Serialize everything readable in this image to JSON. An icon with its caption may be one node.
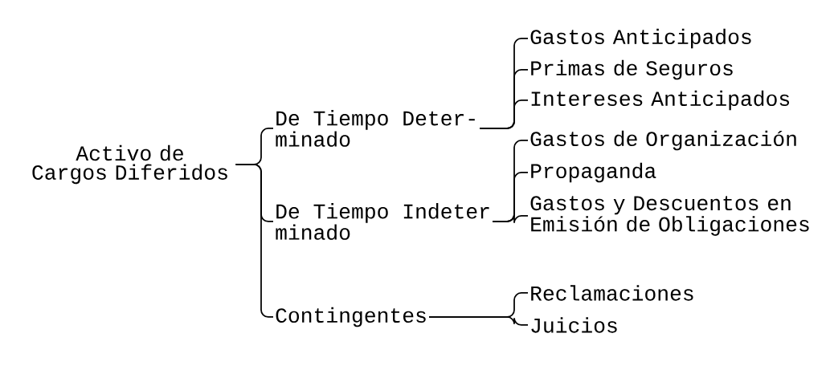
{
  "diagram": {
    "nodes": [
      {
        "text": [
          "Activo de Cargos Diferidos"
        ]
      },
      {
        "text": [
          "De Tiempo Deter- minado"
        ]
      },
      {
        "text": [
          "Gastos Anticipados"
        ]
      },
      {
        "text": [
          "Primas de Seguros"
        ]
      },
      {
        "text": [
          "Intereses Anticipados"
        ]
      },
      {
        "text": [
          "De Tiempo Indeter minado"
        ]
      },
      {
        "text": [
          "Gastos de Organización"
        ]
      },
      {
        "text": [
          "Propaganda"
        ]
      },
      {
        "text": [
          "Gastos y Descuentos en Emisión de Obligaciones"
        ]
      },
      {
        "text": [
          "Contingentes"
        ]
      },
      {
        "text": [
          "Reclamaciones"
        ]
      },
      {
        "text": [
          "Juicios"
        ]
      }
    ],
    "edges": [
      {
        "from": 0,
        "to": 1,
        "arrow": "none"
      },
      {
        "from": 0,
        "to": 5,
        "arrow": "none"
      },
      {
        "from": 0,
        "to": 9,
        "arrow": "none"
      },
      {
        "from": 1,
        "to": 2,
        "arrow": "none"
      },
      {
        "from": 1,
        "to": 3,
        "arrow": "none"
      },
      {
        "from": 1,
        "to": 4,
        "arrow": "none"
      },
      {
        "from": 5,
        "to": 6,
        "arrow": "none"
      },
      {
        "from": 5,
        "to": 7,
        "arrow": "none"
      },
      {
        "from": 5,
        "to": 8,
        "arrow": "none"
      },
      {
        "from": 9,
        "to": 10,
        "arrow": "none"
      },
      {
        "from": 9,
        "to": 11,
        "arrow": "none"
      }
    ]
  }
}
